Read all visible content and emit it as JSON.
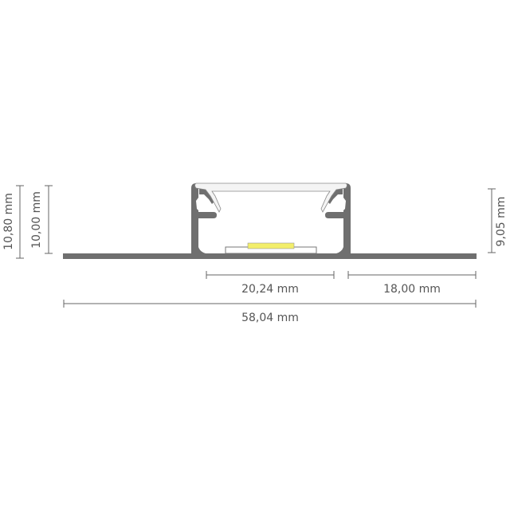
{
  "colors": {
    "profile": "#6f6f6f",
    "diffuser": "#f4f4f4",
    "led": "#f2ee6a",
    "dimension": "#666666",
    "text": "#555555"
  },
  "dimensions": {
    "total_width": "58,04 mm",
    "channel_width": "20,24 mm",
    "flange_width": "18,00 mm",
    "height_outer": "10,80 mm",
    "height_inner": "10,00 mm",
    "height_right": "9,05 mm"
  }
}
